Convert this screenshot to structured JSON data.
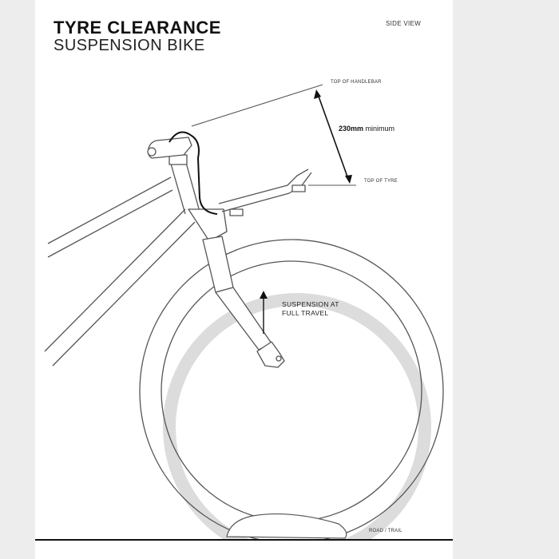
{
  "header": {
    "title": "TYRE CLEARANCE",
    "subtitle": "SUSPENSION BIKE",
    "view_label": "SIDE VIEW"
  },
  "labels": {
    "top_of_handlebar": "TOP OF HANDLEBAR",
    "top_of_tyre": "TOP OF TYRE",
    "clearance_value": "230mm",
    "clearance_qualifier": "minimum",
    "suspension_line1": "SUSPENSION AT",
    "suspension_line2": "FULL TRAVEL",
    "ground": "ROAD / TRAIL"
  },
  "colors": {
    "background_side": "#ededed",
    "sheet": "#ffffff",
    "line_art": "#555555",
    "accent_line": "#111111",
    "shadow_wheel": "#dcdcdc"
  }
}
